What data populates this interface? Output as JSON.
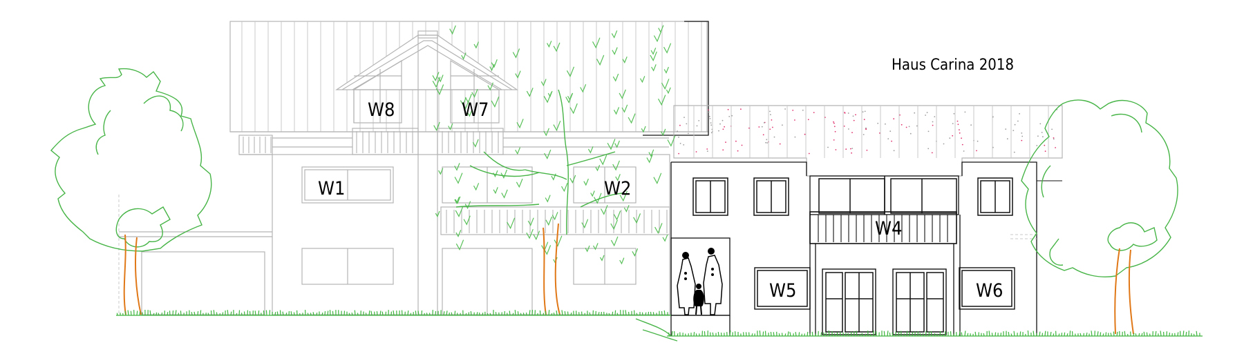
{
  "title": "Haus Carina 2018",
  "windows": {
    "w1": "W1",
    "w2": "W2",
    "w4": "W4",
    "w5": "W5",
    "w6": "W6",
    "w7": "W7",
    "w8": "W8"
  },
  "colors": {
    "outline_gray": "#b4b4b4",
    "outline_black": "#111111",
    "tree_green": "#46b446",
    "trunk_orange": "#e07818",
    "roof_dots_red": "#e0306a"
  }
}
